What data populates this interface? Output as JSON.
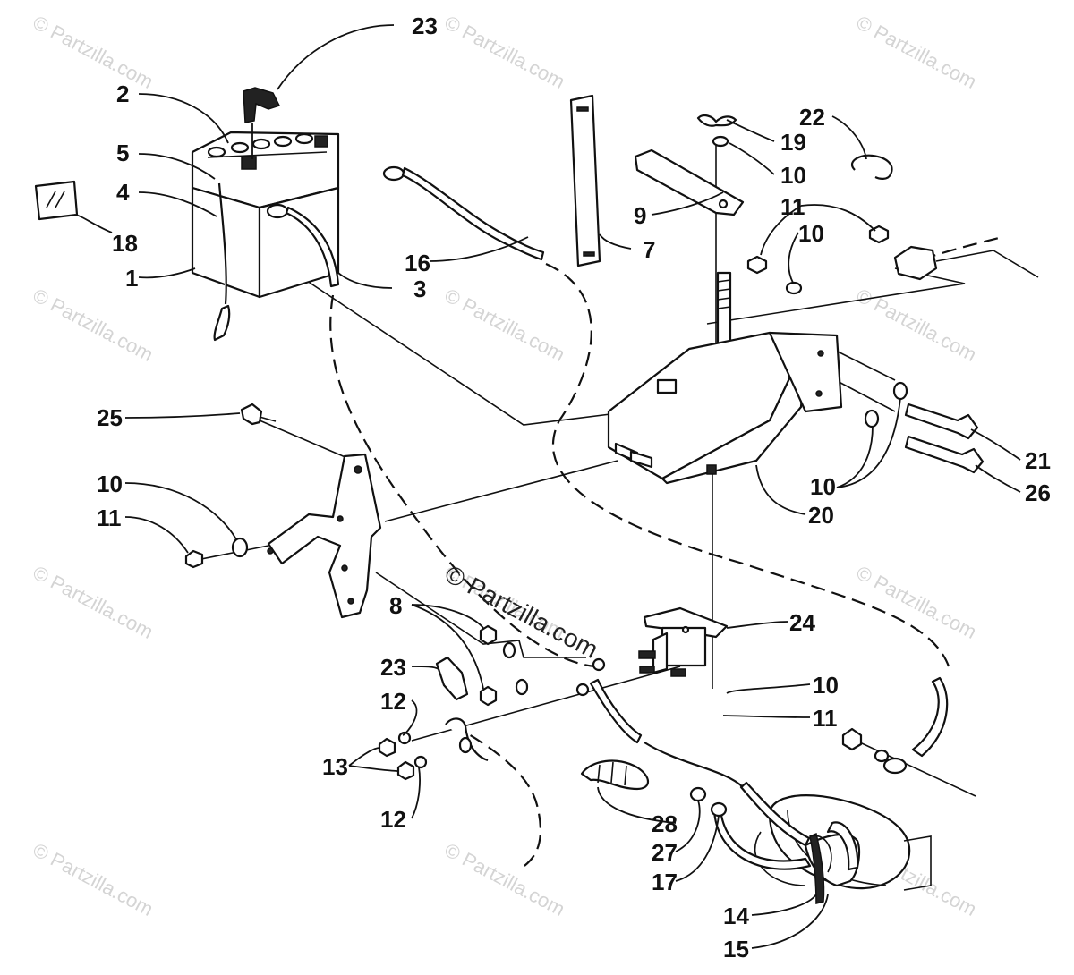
{
  "watermarks": [
    "© Partzilla.com",
    "© Partzilla.com",
    "© Partzilla.com",
    "© Partzilla.com",
    "© Partzilla.com",
    "© Partzilla.com",
    "© Partzilla.com",
    "© Partzilla.com",
    "© Partzilla.com",
    "© Partzilla.com",
    "© Partzilla.com",
    "© Partzilla.com"
  ],
  "center_watermark": "© Partzilla.com",
  "callouts": {
    "c23a": "23",
    "c2": "2",
    "c5": "5",
    "c4": "4",
    "c18": "18",
    "c1": "1",
    "c16": "16",
    "c3": "3",
    "c7": "7",
    "c9": "9",
    "c19": "19",
    "c10a": "10",
    "c22": "22",
    "c11a": "11",
    "c10b": "10",
    "c25": "25",
    "c21": "21",
    "c10c": "10",
    "c26": "26",
    "c20": "20",
    "c10d": "10",
    "c11b": "11",
    "c8": "8",
    "c24": "24",
    "c23b": "23",
    "c12a": "12",
    "c13": "13",
    "c12b": "12",
    "c10e": "10",
    "c11c": "11",
    "c28": "28",
    "c27": "27",
    "c17": "17",
    "c14": "14",
    "c15": "15"
  },
  "icons": {
    "battery": "battery-icon",
    "strap": "hold-down-strap-icon",
    "tray": "battery-tray-icon",
    "solenoid": "starter-solenoid-icon",
    "starter": "starter-motor-icon",
    "bracket": "mounting-bracket-icon"
  }
}
